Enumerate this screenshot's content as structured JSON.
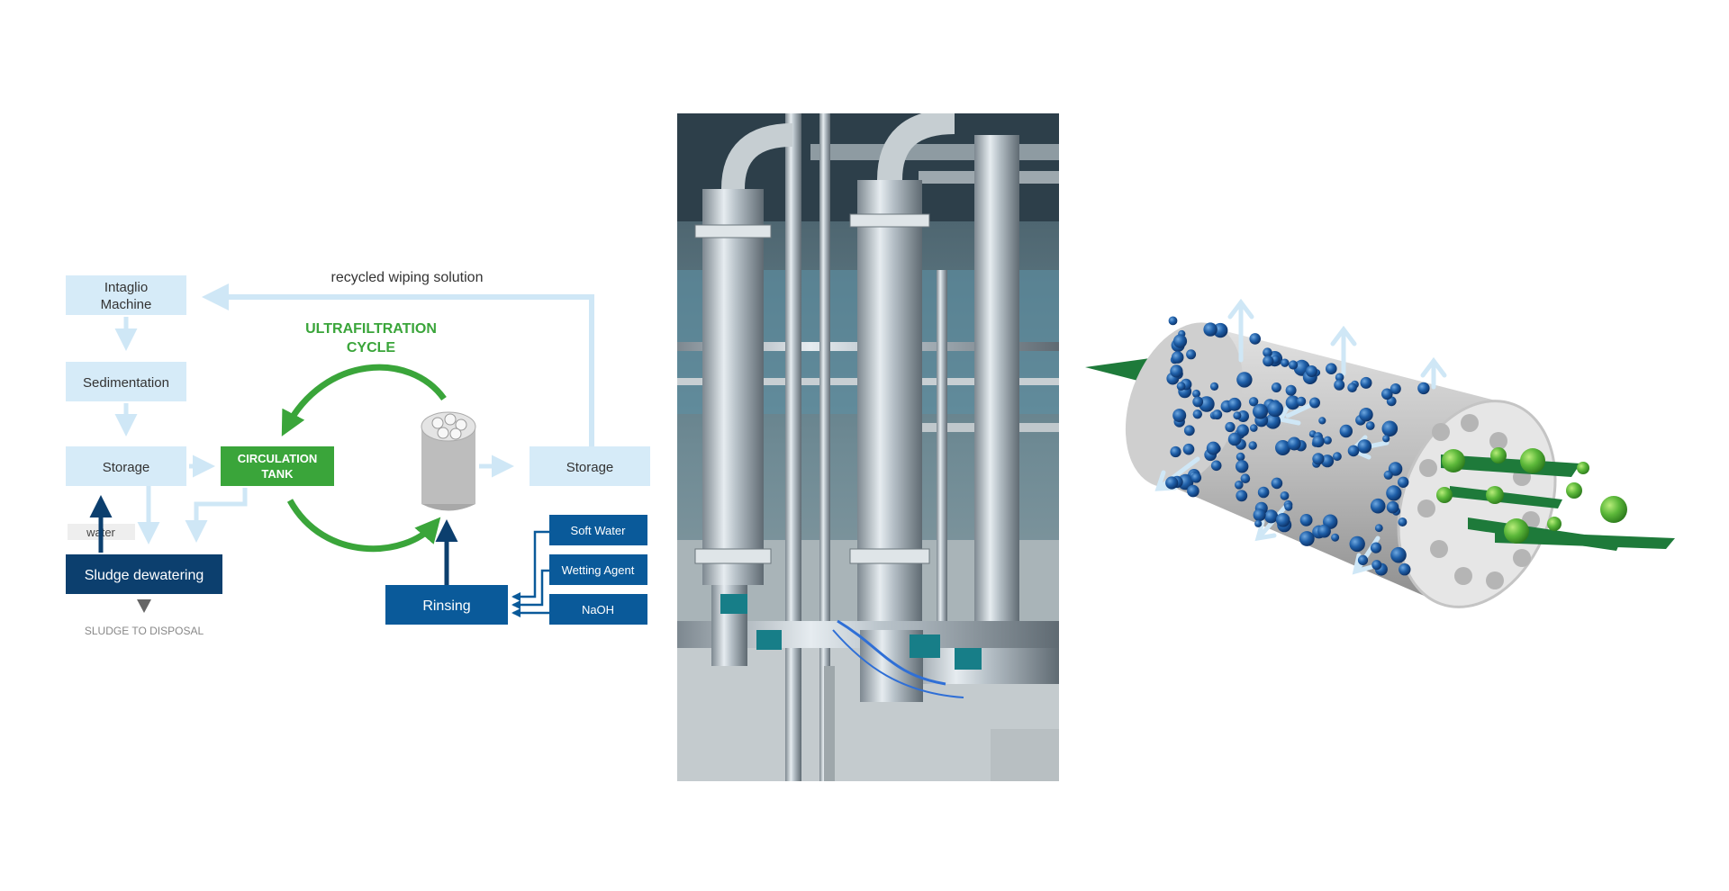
{
  "colors": {
    "light_box": "#d6ebf8",
    "light_arrow": "#cfe7f6",
    "dark_blue": "#0a5a9a",
    "navy": "#0c3f6e",
    "green": "#3aa53a",
    "text_dark": "#333333",
    "gray": "#888888"
  },
  "flow": {
    "recycled_label": "recycled wiping solution",
    "cycle_label_line1": "ULTRAFILTRATION",
    "cycle_label_line2": "CYCLE",
    "intaglio_line1": "Intaglio",
    "intaglio_line2": "Machine",
    "sedimentation": "Sedimentation",
    "storage_left": "Storage",
    "storage_right": "Storage",
    "circulation_line1": "CIRCULATION",
    "circulation_line2": "TANK",
    "water": "water",
    "sludge_dewatering": "Sludge dewatering",
    "sludge_disposal": "SLUDGE TO DISPOSAL",
    "rinsing": "Rinsing",
    "inputs": [
      "Soft Water",
      "Wetting Agent",
      "NaOH"
    ]
  },
  "photo": {
    "subject": "stainless steel ultrafiltration column installation"
  },
  "membrane": {
    "subject": "ceramic membrane tube cross-section"
  }
}
